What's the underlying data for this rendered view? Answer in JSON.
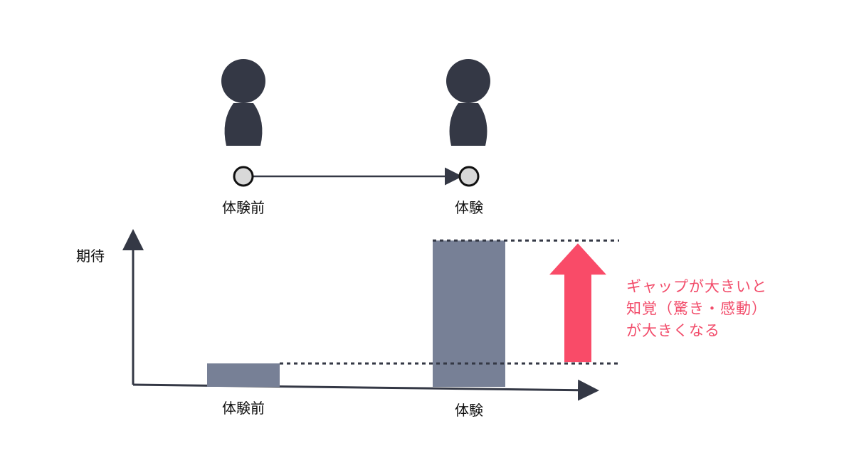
{
  "timeline": {
    "start_label": "体験前",
    "end_label": "体験"
  },
  "chart_data": {
    "type": "bar",
    "categories": [
      "体験前",
      "体験"
    ],
    "ylabel": "期待",
    "values": [
      1.6,
      10.0
    ],
    "ylim": [
      0,
      10.5
    ]
  },
  "callout": {
    "line1": "ギャップが大きいと",
    "line2": "知覚（驚き・感動）",
    "line3": "が大きくなる"
  },
  "colors": {
    "person": "#343845",
    "bar": "#778096",
    "arrow": "#f94b68",
    "callout_text": "#f24d6b",
    "axis": "#343845"
  }
}
